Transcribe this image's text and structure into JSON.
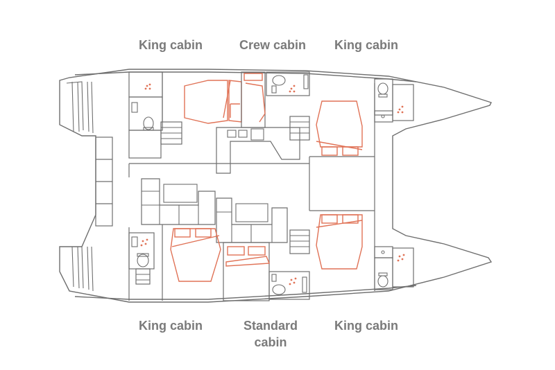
{
  "labels": {
    "top_left": "King cabin",
    "top_center": "Crew cabin",
    "top_right": "King cabin",
    "bottom_left": "King cabin",
    "bottom_center_line1": "Standard",
    "bottom_center_line2": "cabin",
    "bottom_right": "King cabin"
  },
  "colors": {
    "outline": "#6e6e6e",
    "bed_accent": "#e07256",
    "label_text": "#7a7a7a"
  }
}
